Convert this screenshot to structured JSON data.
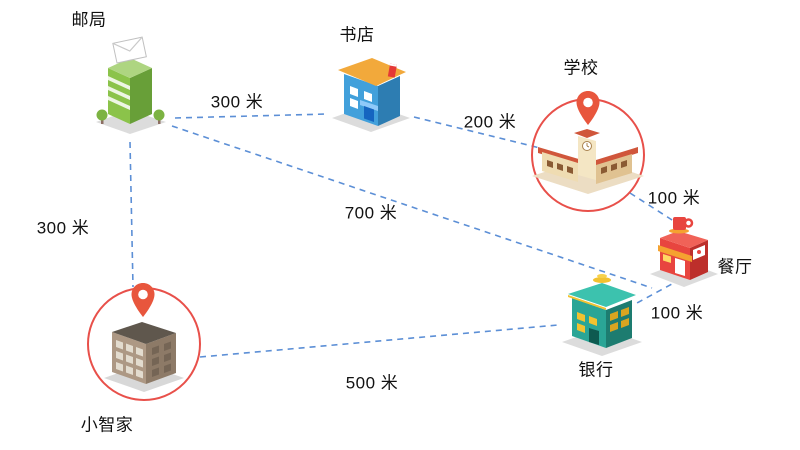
{
  "diagram_title": "neighborhood-distance-map",
  "nodes": {
    "post_office": {
      "label": "邮局"
    },
    "bookstore": {
      "label": "书店"
    },
    "school": {
      "label": "学校",
      "highlighted": true
    },
    "restaurant": {
      "label": "餐厅"
    },
    "bank": {
      "label": "银行"
    },
    "home": {
      "label": "小智家",
      "highlighted": true
    }
  },
  "edges": {
    "post_office_bookstore": {
      "from": "post_office",
      "to": "bookstore",
      "label": "300 米",
      "distance_m": 300
    },
    "bookstore_school": {
      "from": "bookstore",
      "to": "school",
      "label": "200 米",
      "distance_m": 200
    },
    "school_restaurant": {
      "from": "school",
      "to": "restaurant",
      "label": "100 米",
      "distance_m": 100
    },
    "restaurant_bank": {
      "from": "restaurant",
      "to": "bank",
      "label": "100 米",
      "distance_m": 100
    },
    "post_office_home": {
      "from": "post_office",
      "to": "home",
      "label": "300 米",
      "distance_m": 300
    },
    "post_office_restaurant": {
      "from": "post_office",
      "to": "restaurant",
      "label": "700 米",
      "distance_m": 700
    },
    "home_bank": {
      "from": "home",
      "to": "bank",
      "label": "500 米",
      "distance_m": 500
    }
  },
  "colors": {
    "edge": "#5c8fd6",
    "highlight_circle": "#e8504a",
    "pin": "#e8563d",
    "text": "#111111",
    "background": "#ffffff"
  }
}
